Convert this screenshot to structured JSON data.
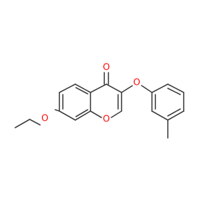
{
  "structure": {
    "atom_color": "#ff0d0d",
    "bond_color": "#3d3d3d",
    "background": "#ffffff",
    "atoms": {
      "carbonyl_oxygen": "O",
      "ether_oxygen_aryl": "O",
      "ring_oxygen": "O",
      "ethoxy_oxygen": "O"
    }
  }
}
